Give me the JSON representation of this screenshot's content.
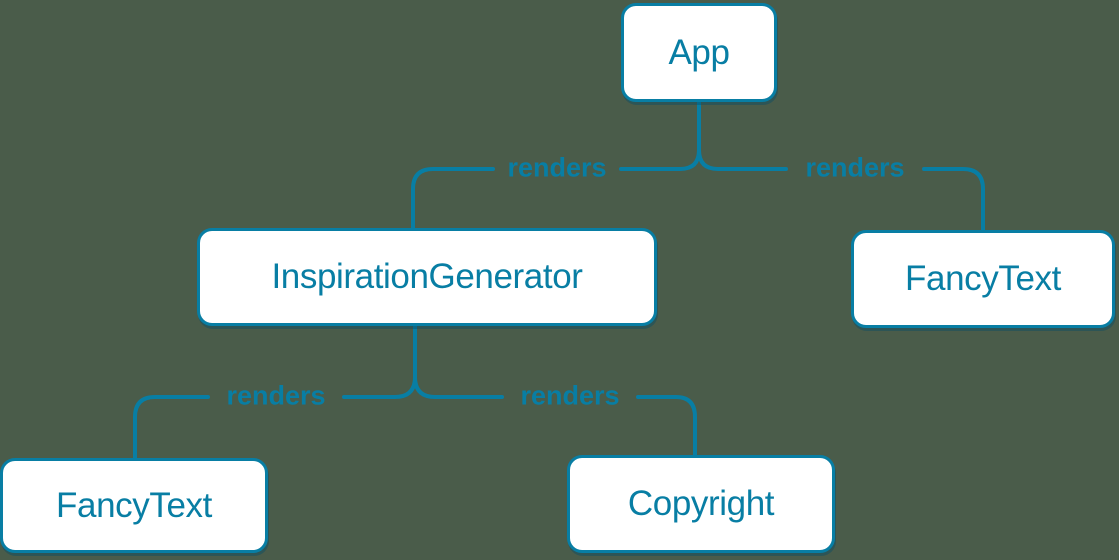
{
  "diagram": {
    "type": "component-render-tree",
    "colors": {
      "accent": "#087ea4",
      "background": "#4a5c4a",
      "node_fill": "#ffffff"
    },
    "nodes": [
      {
        "id": "app",
        "label": "App"
      },
      {
        "id": "inspiration-generator",
        "label": "InspirationGenerator"
      },
      {
        "id": "fancy-text-right",
        "label": "FancyText"
      },
      {
        "id": "fancy-text-left",
        "label": "FancyText"
      },
      {
        "id": "copyright",
        "label": "Copyright"
      }
    ],
    "edges": [
      {
        "from": "App",
        "to": "InspirationGenerator",
        "label": "renders"
      },
      {
        "from": "App",
        "to": "FancyText",
        "label": "renders"
      },
      {
        "from": "InspirationGenerator",
        "to": "FancyText",
        "label": "renders"
      },
      {
        "from": "InspirationGenerator",
        "to": "Copyright",
        "label": "renders"
      }
    ]
  }
}
